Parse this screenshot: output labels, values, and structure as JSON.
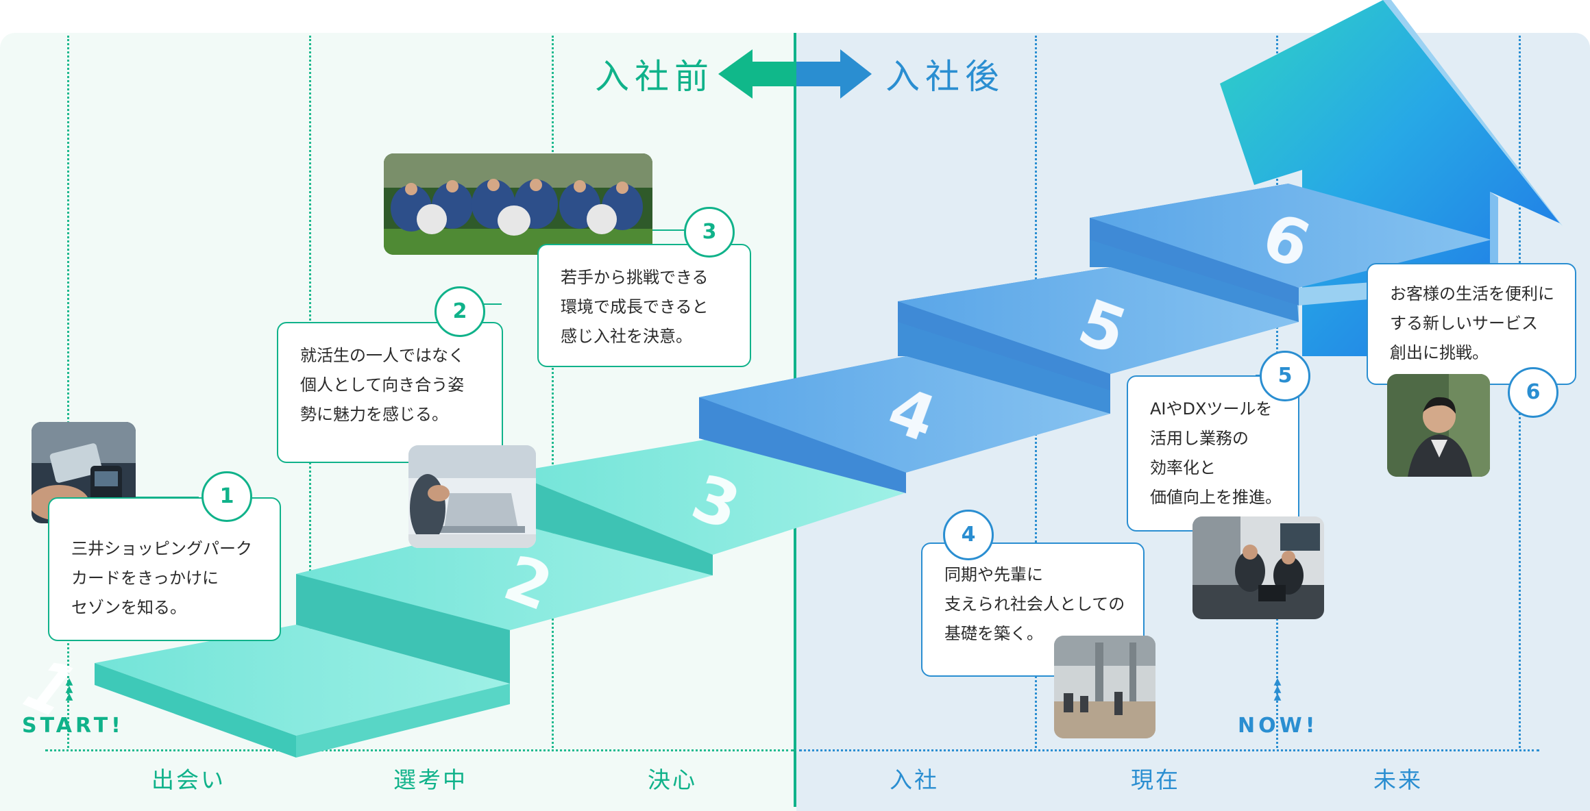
{
  "header": {
    "before_label": "入社前",
    "after_label": "入社後"
  },
  "stages": [
    {
      "label": "出会い"
    },
    {
      "label": "選考中"
    },
    {
      "label": "決心"
    },
    {
      "label": "入社"
    },
    {
      "label": "現在"
    },
    {
      "label": "未来"
    }
  ],
  "steps": [
    {
      "number": "1",
      "lines": [
        "三井ショッピングパーク",
        "カードをきっかけに",
        "セゾンを知る。"
      ]
    },
    {
      "number": "2",
      "lines": [
        "就活生の一人ではなく",
        "個人として向き合う姿",
        "勢に魅力を感じる。"
      ]
    },
    {
      "number": "3",
      "lines": [
        "若手から挑戦できる",
        "環境で成長できると",
        "感じ入社を決意。"
      ]
    },
    {
      "number": "4",
      "lines": [
        "同期や先輩に",
        "支えられ社会人としての",
        "基礎を築く。"
      ]
    },
    {
      "number": "5",
      "lines": [
        "AIやDXツールを",
        "活用し業務の",
        "効率化と",
        "価値向上を推進。"
      ]
    },
    {
      "number": "6",
      "lines": [
        "お客様の生活を便利に",
        "する新しいサービス",
        "創出に挑戦。"
      ]
    }
  ],
  "markers": {
    "start": "START!",
    "now": "NOW!"
  },
  "colors": {
    "green": "#10b28a",
    "blue": "#2a8ed1",
    "teal_step": "#5fdcd0",
    "blue_step": "#4a98e0"
  }
}
